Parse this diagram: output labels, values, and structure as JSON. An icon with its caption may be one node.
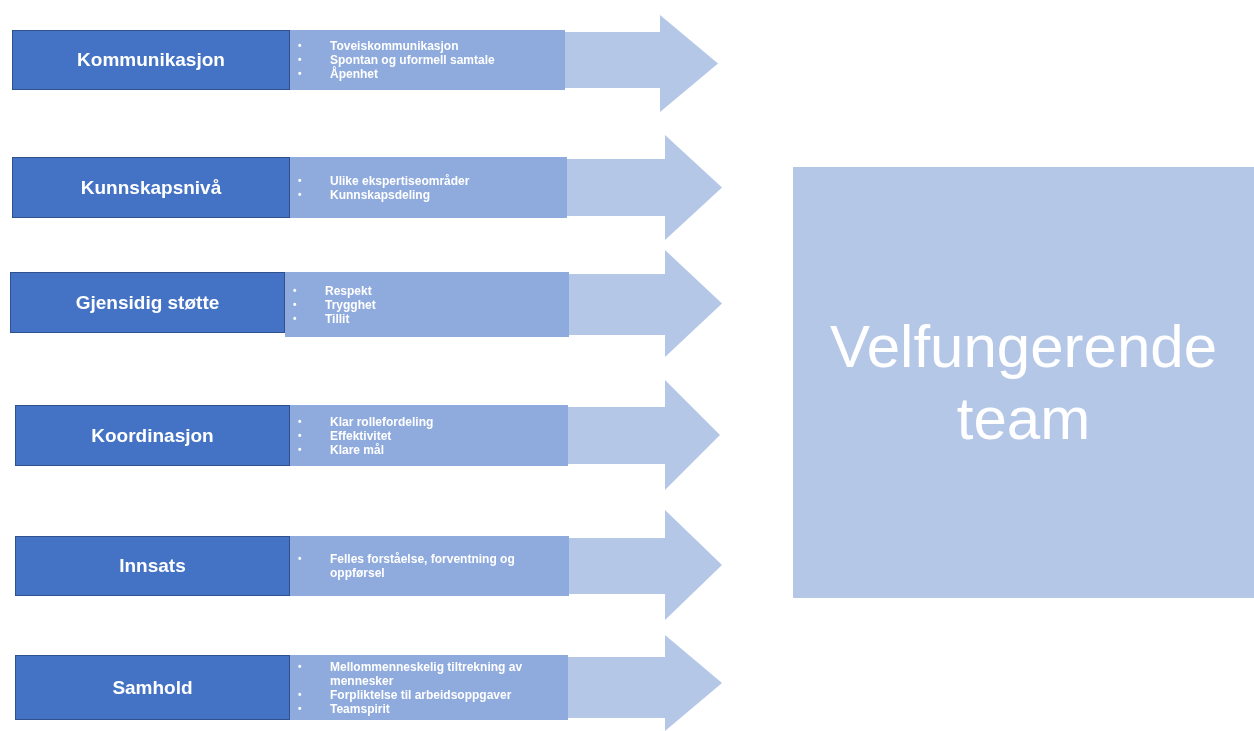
{
  "diagram": {
    "nodes": [
      {
        "text": [
          "Kommunikasjon"
        ]
      },
      {
        "text": [
          "Toveiskommunikasjon",
          "Spontan og uformell samtale",
          "Åpenhet"
        ]
      },
      {
        "text": [
          "Kunnskapsnivå"
        ]
      },
      {
        "text": [
          "Ulike ekspertiseområder",
          "Kunnskapsdeling"
        ]
      },
      {
        "text": [
          "Gjensidig støtte"
        ]
      },
      {
        "text": [
          "Respekt",
          "Trygghet",
          "Tillit"
        ]
      },
      {
        "text": [
          "Koordinasjon"
        ]
      },
      {
        "text": [
          "Klar rollefordeling",
          "Effektivitet",
          "Klare mål"
        ]
      },
      {
        "text": [
          "Innsats"
        ]
      },
      {
        "text": [
          "Felles forståelse, forventning og oppførsel"
        ]
      },
      {
        "text": [
          "Samhold"
        ]
      },
      {
        "text": [
          "Mellommenneskelig tiltrekning av mennesker",
          "Forpliktelse til arbeidsoppgaver",
          "Teamspirit"
        ]
      },
      {
        "text": [
          "Velfungerende team"
        ]
      }
    ],
    "edges": [
      {
        "from": 1,
        "to": null,
        "arrow": "to"
      },
      {
        "from": 3,
        "to": null,
        "arrow": "to"
      },
      {
        "from": 5,
        "to": null,
        "arrow": "to"
      },
      {
        "from": 7,
        "to": null,
        "arrow": "to"
      },
      {
        "from": 9,
        "to": null,
        "arrow": "to"
      },
      {
        "from": 11,
        "to": null,
        "arrow": "to"
      }
    ],
    "labels": [
      "•",
      "•",
      "•",
      "•",
      "•",
      "•",
      "•",
      "•",
      "•",
      "•",
      "•",
      "•",
      "•",
      "•",
      "•"
    ]
  }
}
